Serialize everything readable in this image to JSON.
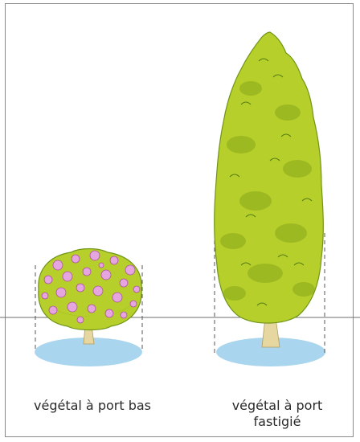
{
  "labels": {
    "low_shrub": "végétal à port bas",
    "fastigiate_line1": "végétal à port",
    "fastigiate_line2": "fastigié"
  },
  "colors": {
    "foliage": "#b7cf2a",
    "foliage_shadow": "#86a81c",
    "foliage_dark": "#4f7a12",
    "flower": "#e5a6df",
    "flower_dark": "#b0509f",
    "trunk": "#e6d7a0",
    "ground_disc": "#a9d6ee",
    "border": "#8a8a8a",
    "dashes": "#555555"
  }
}
